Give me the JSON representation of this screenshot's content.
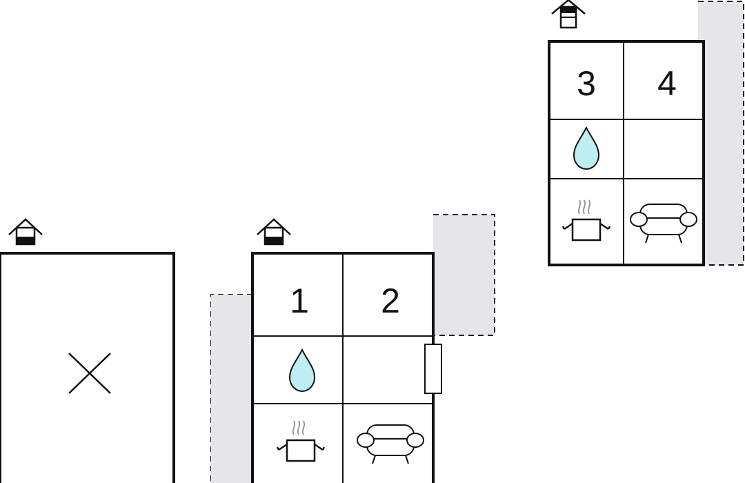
{
  "colors": {
    "wall": "#111111",
    "outdoor_fill": "#e6e6e9",
    "water": "#bfeef2"
  },
  "units": [
    {
      "id": "unit-a",
      "floor_level": "ground",
      "rooms": [],
      "center_mark": "x-mark-icon"
    },
    {
      "id": "unit-b",
      "floor_level": "ground",
      "rooms": [
        "1",
        "2"
      ],
      "icons": [
        "water-drop-icon",
        "cooking-pot-icon",
        "sofa-icon"
      ],
      "outdoor_area": true,
      "door": true
    },
    {
      "id": "unit-c",
      "floor_level": "upper",
      "rooms": [
        "3",
        "4"
      ],
      "icons": [
        "water-drop-icon",
        "cooking-pot-icon",
        "sofa-icon"
      ],
      "outdoor_area": true
    }
  ]
}
